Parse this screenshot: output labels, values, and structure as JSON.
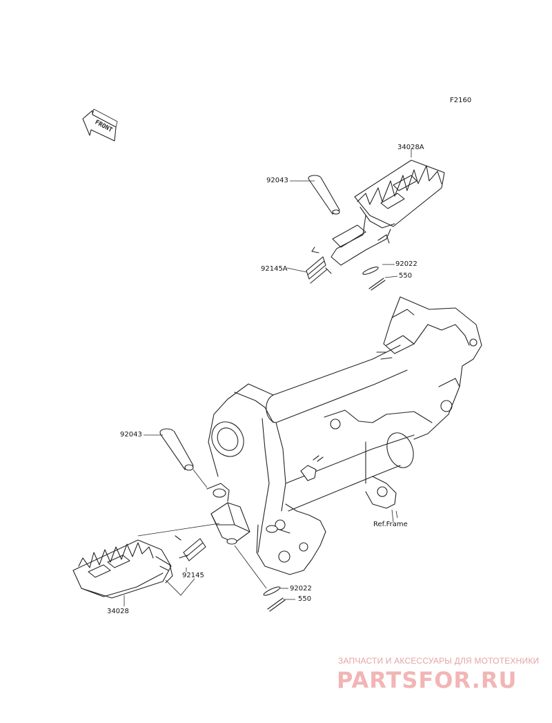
{
  "diagram_code": "F2160",
  "front_arrow_text": "FRONT",
  "labels": {
    "footpeg_right": "34028A",
    "pin_upper": "92043",
    "spring_upper": "92145A",
    "washer_upper": "92022",
    "cotter_upper": "550",
    "pin_lower": "92043",
    "ref_frame": "Ref.Frame",
    "spring_lower": "92145",
    "washer_lower": "92022",
    "cotter_lower": "550",
    "footpeg_left": "34028"
  },
  "watermark": {
    "tagline": "ЗАПЧАСТИ И АКСЕССУАРЫ ДЛЯ МОТОТЕХНИКИ",
    "brand": "PARTSFOR.RU",
    "color": "#e8a0a0"
  }
}
